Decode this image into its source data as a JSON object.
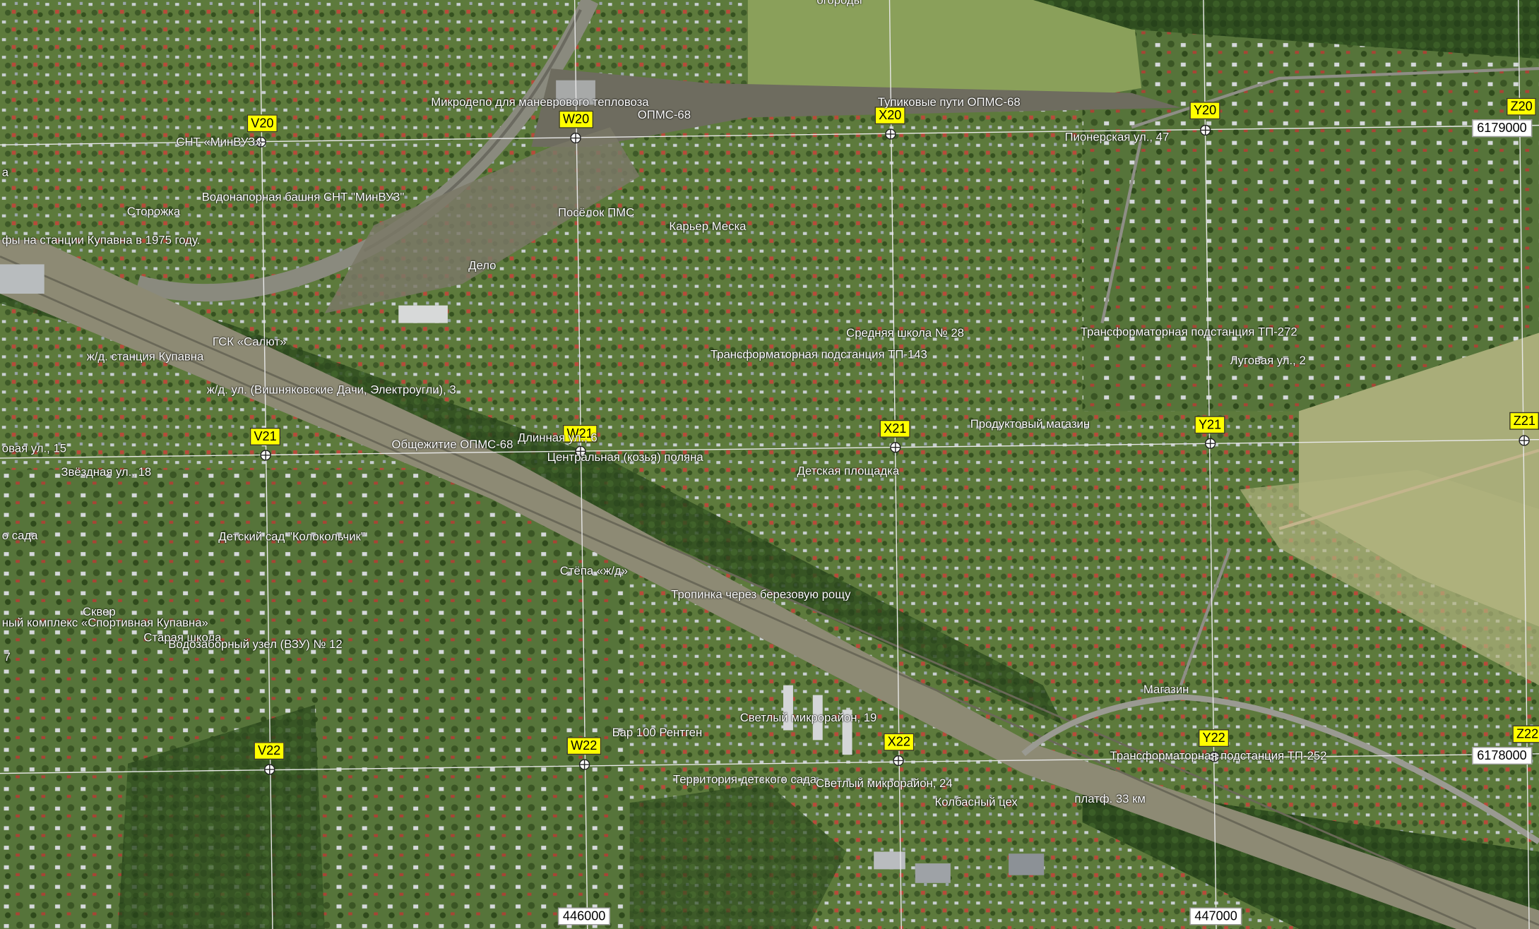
{
  "grid": {
    "cells": [
      {
        "id": "v20",
        "label": "V20"
      },
      {
        "id": "w20",
        "label": "W20"
      },
      {
        "id": "x20",
        "label": "X20"
      },
      {
        "id": "y20",
        "label": "Y20"
      },
      {
        "id": "z20",
        "label": "Z20"
      },
      {
        "id": "v21",
        "label": "V21"
      },
      {
        "id": "w21",
        "label": "W21"
      },
      {
        "id": "x21",
        "label": "X21"
      },
      {
        "id": "y21",
        "label": "Y21"
      },
      {
        "id": "z21",
        "label": "Z21"
      },
      {
        "id": "v22",
        "label": "V22"
      },
      {
        "id": "w22",
        "label": "W22"
      },
      {
        "id": "x22",
        "label": "X22"
      },
      {
        "id": "y22",
        "label": "Y22"
      },
      {
        "id": "z22",
        "label": "Z22"
      }
    ],
    "coords": {
      "north_top": "6179000",
      "north_bottom": "6178000",
      "east_left": "446000",
      "east_right": "447000"
    }
  },
  "places": {
    "gorody": "огороды",
    "mikrodepo": "Микродепо для маневрового тепловоза",
    "opms68": "ОПМС-68",
    "tupik": "Тупиковые пути ОПМС-68",
    "pionerskaya": "Пионерская ул., 47",
    "snt_minvuz": "СНТ «МинВУЗ»",
    "storozhka": "Сторожка",
    "bashnya": "Водонапорная башня СНТ \"МинВУЗ\"",
    "station_1975": "фы на станции Купавна в 1975 году.",
    "poselok_pms": "Посёлок ПМС",
    "karer": "Карьер Меска",
    "delo": "Дело",
    "gsk": "ГСК «Салют»",
    "station": "ж/д. станция Купавна",
    "zhd_ul": "ж/д. ул. (Вишняковские Дачи, Электроугли), 3",
    "school": "Средняя школа № 28",
    "tp143": "Трансформаторная подстанция ТП-143",
    "tp272": "Трансформаторная подстанция ТП-272",
    "lugovaya": "Луговая ул., 2",
    "produkt": "Продуктовый магазин",
    "obshch": "Общежитие ОПМС-68",
    "dlinnaya": "Длинная ул., 6",
    "polyana": "Центральная (козья) поляна",
    "det_ploshch": "Детская площадка",
    "ul15": "овая ул., 15",
    "zvezdnaya": "Звёздная ул., 18",
    "o_sada": "о сада",
    "detsad": "Детский сад \"Колокольчик\"",
    "stepa": "Стёпа «ж/д»",
    "tropinka": "Тропинка через березовую рощу",
    "skver": "Сквер",
    "sport": "ный комплекс «Спортивная Купавна»",
    "staraya": "Старая школа",
    "vzu": "Водозаборный узел (ВЗУ) № 12",
    "seven": "7",
    "a_left": "а",
    "magazin": "Магазин",
    "svetly19": "Светлый микрорайон, 19",
    "bar": "Бар 100 Рентген",
    "tp252": "Трансформаторная подстанция ТП-252",
    "terr": "Территория детского сада",
    "svetly24": "Светлый микрорайон, 24",
    "kolbas": "Колбасный цех",
    "platf": "платф. 33 км"
  }
}
